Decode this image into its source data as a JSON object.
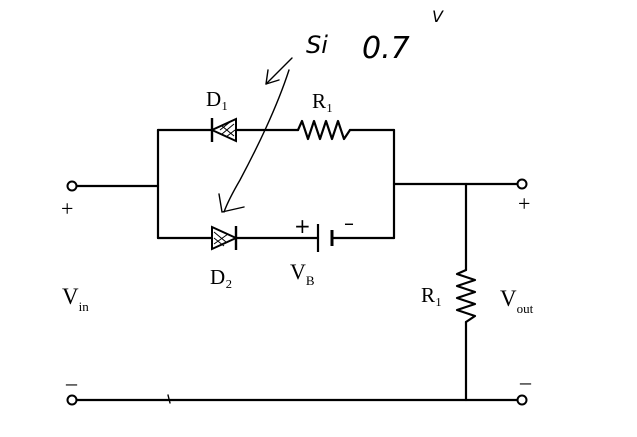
{
  "labels": {
    "d1": "D₁",
    "d2": "D₂",
    "r1_top": "R₁",
    "r1_load": "R₁",
    "vb_main": "V",
    "vb_sub": "B",
    "vin_main": "V",
    "vin_sub": "in",
    "vout_main": "V",
    "vout_sub": "out",
    "plus_in": "+",
    "minus_in": "–",
    "plus_out": "+",
    "minus_out": "–"
  },
  "annotation": {
    "material": "Si",
    "voltage_value": "0.7",
    "voltage_unit": "V",
    "battery_plus": "+",
    "battery_minus": "–"
  }
}
